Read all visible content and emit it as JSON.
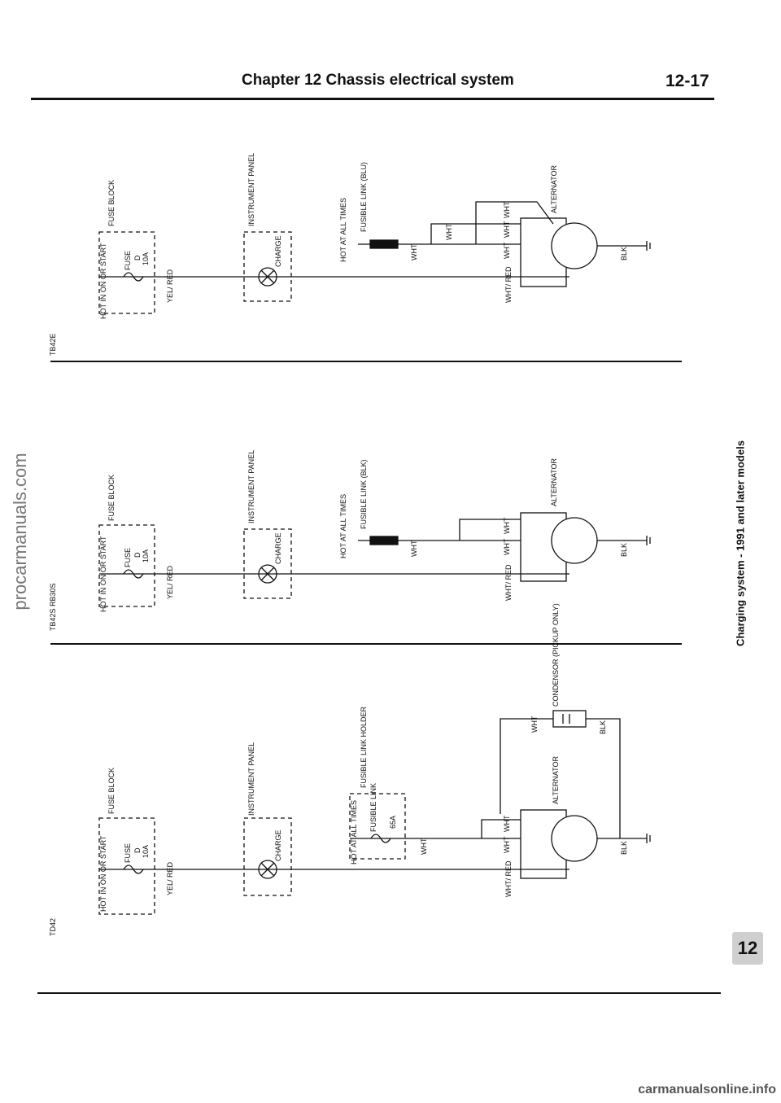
{
  "header": {
    "title": "Chapter 12  Chassis electrical system",
    "page": "12-17"
  },
  "side_watermark": "procarmanuals.com",
  "section_title": "Charging system - 1991 and later models",
  "chapter_tab": "12",
  "bottom_watermark": "carmanualsonline.info",
  "diagrams": [
    {
      "model_code": "TB42E",
      "labels": {
        "fuse_block": "FUSE BLOCK",
        "hot": "HOT IN ON OR START",
        "fuse": "FUSE",
        "fuse_id": "D",
        "fuse_rating": "10A",
        "wire_yel": "YEL/ RED",
        "instrument_panel": "INSTRUMENT PANEL",
        "charge": "CHARGE",
        "hot_always": "HOT AT ALL TIMES",
        "fusible_link": "FUSIBLE LINK (BLU)",
        "wire_wht1": "WHT",
        "wire_wht2": "WHT",
        "wire_wht3": "WHT",
        "wire_wht4": "WHT",
        "wire_wht5": "WHT",
        "wire_whtred": "WHT/ RED",
        "alternator": "ALTERNATOR",
        "wire_blk": "BLK"
      }
    },
    {
      "model_code": "TB42S RB30S",
      "labels": {
        "fuse_block": "FUSE BLOCK",
        "hot": "HOT IN ON OR START",
        "fuse": "FUSE",
        "fuse_id": "D",
        "fuse_rating": "10A",
        "wire_yel": "YEL/ RED",
        "instrument_panel": "INSTRUMENT PANEL",
        "charge": "CHARGE",
        "hot_always": "HOT AT ALL TIMES",
        "fusible_link": "FUSIBLE LINK (BLK)",
        "wire_wht1": "WHT",
        "wire_wht2": "WHT",
        "wire_wht3": "WHT",
        "wire_whtred": "WHT/ RED",
        "alternator": "ALTERNATOR",
        "wire_blk": "BLK"
      }
    },
    {
      "model_code": "TD42",
      "labels": {
        "fuse_block": "FUSE BLOCK",
        "hot": "HOT IN ON OR START",
        "fuse": "FUSE",
        "fuse_id": "D",
        "fuse_rating": "10A",
        "wire_yel": "YEL/ RED",
        "instrument_panel": "INSTRUMENT PANEL",
        "charge": "CHARGE",
        "hot_always": "HOT AT ALL TIMES",
        "fusible_holder": "FUSIBLE LINK HOLDER",
        "fusible_link": "FUSIBLE LINK",
        "fusible_rating": "65A",
        "wire_wht1": "WHT",
        "wire_wht2": "WHT",
        "wire_wht3": "WHT",
        "wire_wht4": "WHT",
        "wire_whtred": "WHT/ RED",
        "alternator": "ALTERNATOR",
        "condensor": "CONDENSOR (PICKUP ONLY)",
        "wire_blk": "BLK",
        "wire_blk2": "BLK"
      }
    }
  ]
}
